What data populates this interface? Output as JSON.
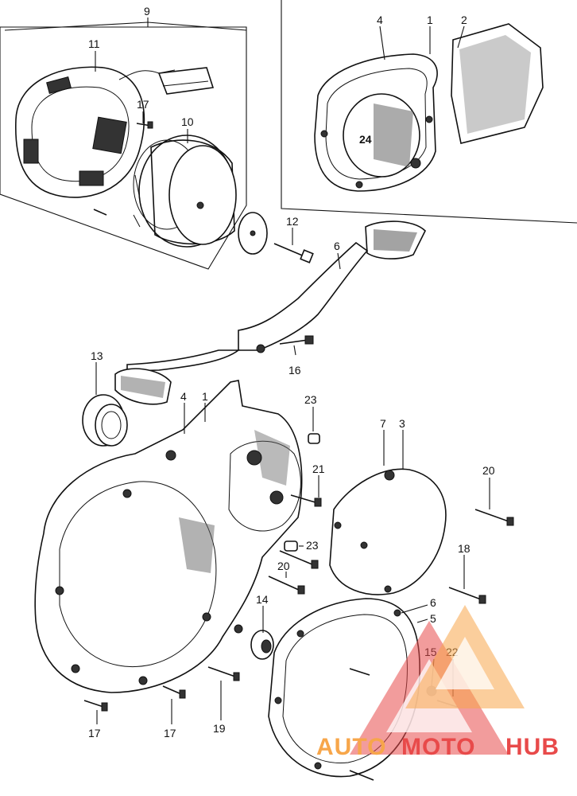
{
  "callouts": {
    "n1a": "1",
    "n1b": "1",
    "n2": "2",
    "n3": "3",
    "n4a": "4",
    "n4b": "4",
    "n5": "5",
    "n6a": "6",
    "n6b": "6",
    "n7": "7",
    "n9": "9",
    "n10": "10",
    "n11": "11",
    "n12": "12",
    "n13": "13",
    "n14": "14",
    "n15": "15",
    "n16": "16",
    "n17a": "17",
    "n17b": "17",
    "n17c": "17",
    "n18": "18",
    "n19": "19",
    "n20a": "20",
    "n20b": "20",
    "n21": "21",
    "n22": "22",
    "n23a": "23",
    "n23b": "23"
  },
  "part_marks": {
    "cover_number": "24"
  },
  "watermark": {
    "word_a": "AUTO",
    "word_b": "MOTO",
    "word_c": "HUB",
    "color_a": "#f7a64a",
    "color_b": "#e84a4a"
  }
}
